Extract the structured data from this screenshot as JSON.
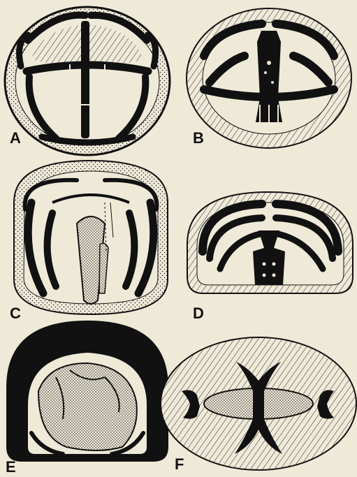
{
  "panels": [
    {
      "id": "A",
      "label": "A"
    },
    {
      "id": "B",
      "label": "B"
    },
    {
      "id": "C",
      "label": "C"
    },
    {
      "id": "D",
      "label": "D"
    },
    {
      "id": "E",
      "label": "E"
    },
    {
      "id": "F",
      "label": "F"
    }
  ],
  "colors": {
    "paper": "#efe9d8",
    "ink": "#111111"
  }
}
